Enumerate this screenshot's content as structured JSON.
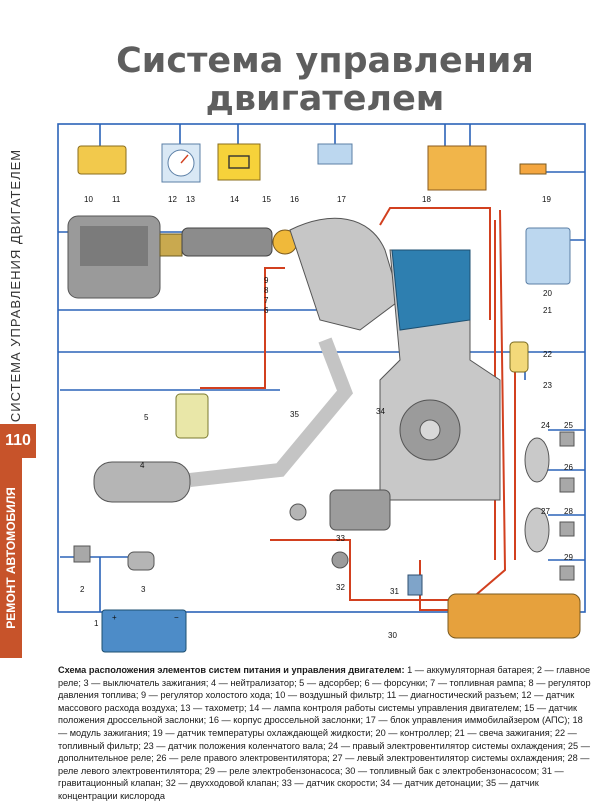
{
  "page": {
    "title_line1": "Система управления",
    "title_line2": "двигателем",
    "side_top": "СИСТЕМА УПРАВЛЕНИЯ ДВИГАТЕЛЕМ",
    "page_number": "110",
    "side_bottom": "РЕМОНТ АВТОМОБИЛЯ"
  },
  "callouts": [
    "1",
    "2",
    "3",
    "4",
    "5",
    "6",
    "7",
    "8",
    "9",
    "10",
    "11",
    "12",
    "13",
    "14",
    "15",
    "16",
    "17",
    "18",
    "19",
    "20",
    "21",
    "22",
    "23",
    "24",
    "25",
    "26",
    "27",
    "28",
    "29",
    "30",
    "31",
    "32",
    "33",
    "34",
    "35"
  ],
  "battery": {
    "plus": "+",
    "minus": "−"
  },
  "caption": {
    "heading": "Схема расположения элементов систем питания и управления двигателем:",
    "body": " 1 — аккумуляторная батарея; 2 — главное реле; 3 — выключатель зажигания; 4 — нейтрализатор; 5 — адсорбер; 6 — форсунки; 7 — топливная рампа; 8 — регулятор давления топлива; 9 — регулятор холостого хода; 10 — воздушный фильтр; 11 — диагностический разъем; 12 — датчик массового расхода воздуха; 13 — тахометр; 14 — лампа контроля работы системы управления двигателем; 15 — датчик положения дроссельной заслонки; 16 — корпус дроссельной заслонки; 17 — блок управления иммобилайзером (АПС); 18 — модуль зажигания; 19 — датчик температуры охлаждающей жидкости; 20 — контроллер; 21 — свеча зажигания; 22 — топливный фильтр; 23 — датчик положения коленчатого вала; 24 — правый электровентилятор системы охлаждения; 25 — дополнительное реле; 26 — реле правого электровентилятора; 27 — левый электровентилятор системы охлаждения; 28 — реле левого электровентилятора; 29 — реле электробензонасоса; 30 — топливный бак с электробензонасосом; 31 — гравитационный клапан; 32 — двухходовой клапан; 33 — датчик скорости; 34 — датчик детонации; 35 — датчик концентрации кислорода"
  },
  "colors": {
    "wire": "#2b63b8",
    "fuel": "#d2401f",
    "accent": "#c7532a",
    "engine": "#2e7fb0"
  }
}
